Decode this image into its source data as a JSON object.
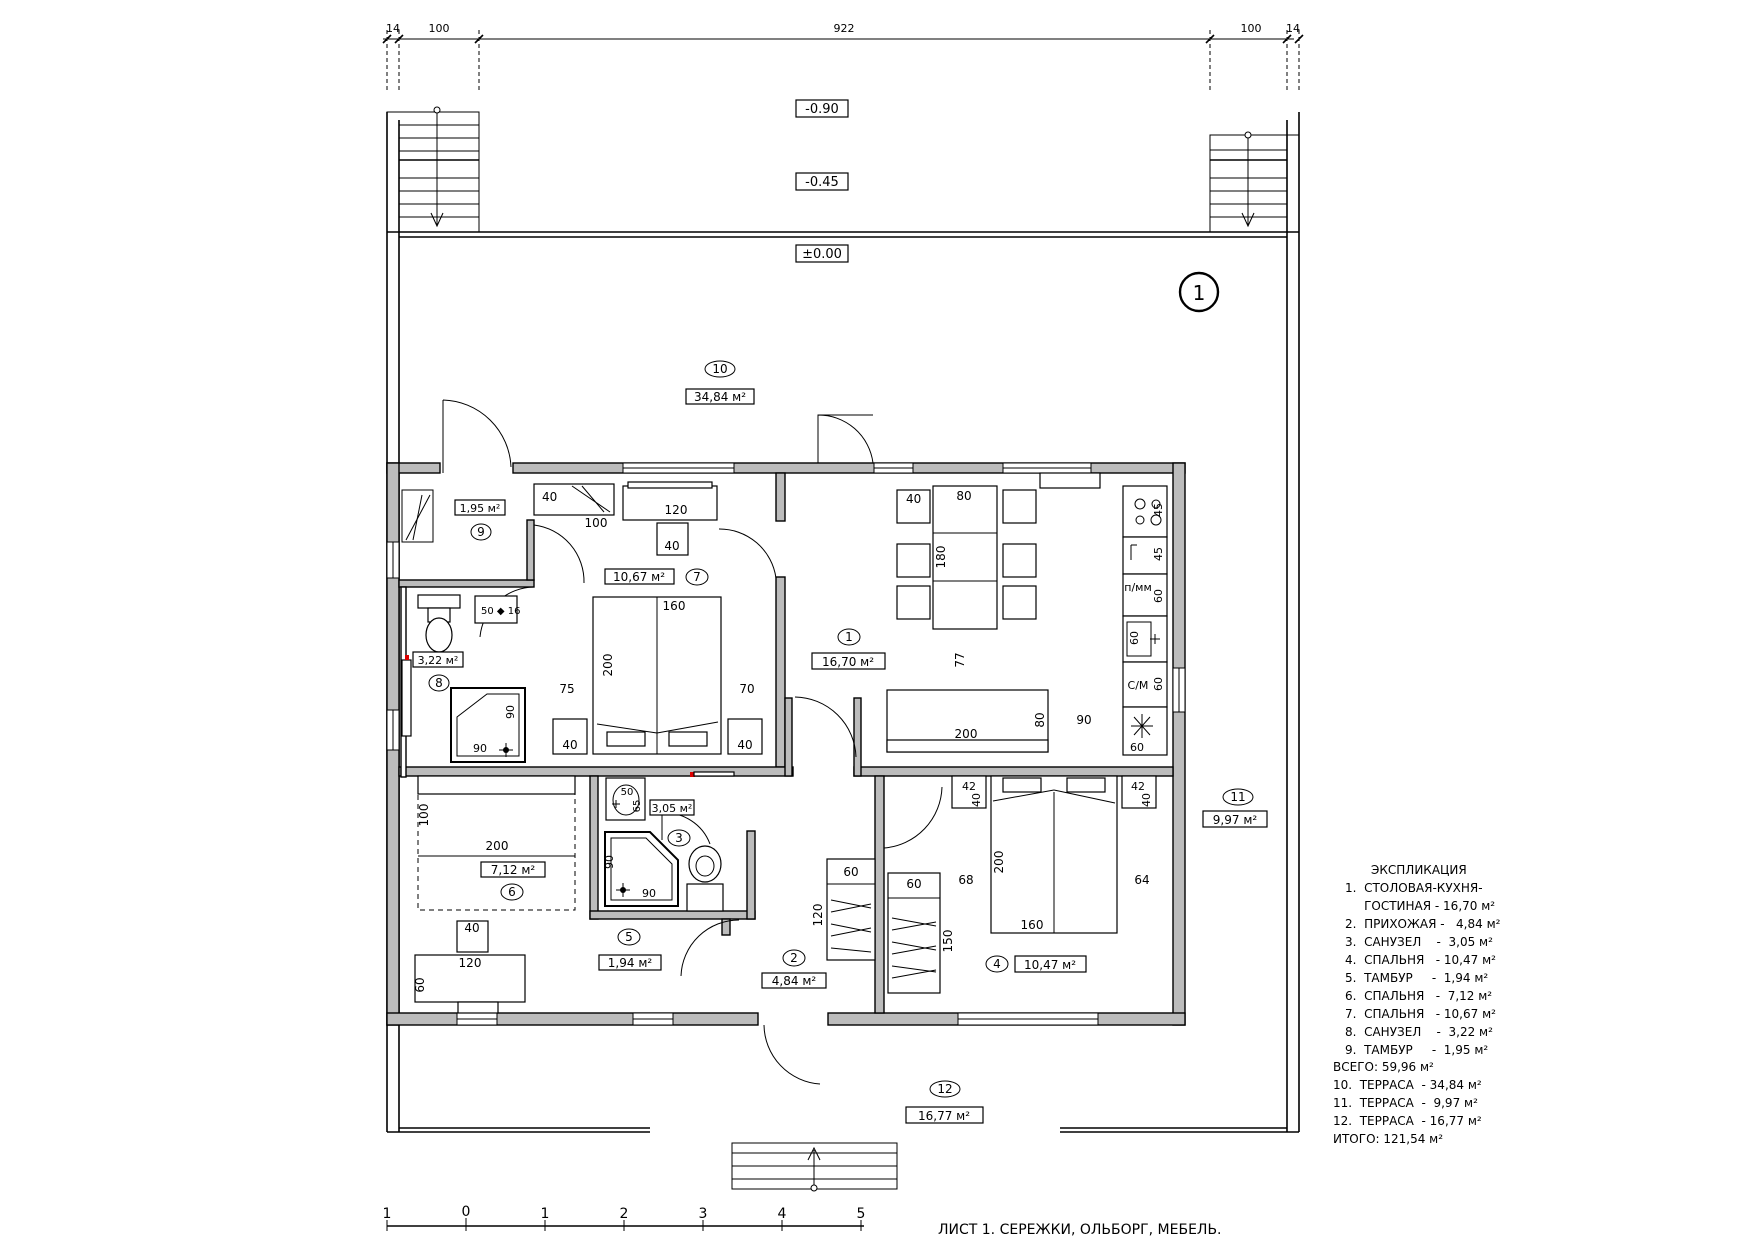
{
  "dimensions": {
    "top": [
      "14",
      "100",
      "922",
      "100",
      "14"
    ]
  },
  "levels": [
    "-0.90",
    "-0.45",
    "±0.00"
  ],
  "sheet_marker": "1",
  "rooms": {
    "r1": {
      "num": "1",
      "area": "16,70 м²"
    },
    "r2": {
      "num": "2",
      "area": "4,84 м²"
    },
    "r3": {
      "num": "3",
      "area": "3,05 м²"
    },
    "r4": {
      "num": "4",
      "area": "10,47 м²"
    },
    "r5": {
      "num": "5",
      "area": "1,94 м²"
    },
    "r6": {
      "num": "6",
      "area": "7,12 м²"
    },
    "r7": {
      "num": "7",
      "area": "10,67 м²"
    },
    "r8": {
      "num": "8",
      "area": "3,22 м²"
    },
    "r9": {
      "num": "9",
      "area": "1,95 м²"
    },
    "r10": {
      "num": "10",
      "area": "34,84 м²"
    },
    "r11": {
      "num": "11",
      "area": "9,97 м²"
    },
    "r12": {
      "num": "12",
      "area": "16,77 м²"
    }
  },
  "furniture_labels": {
    "v40": "40",
    "v100": "100",
    "v120": "120",
    "v160": "160",
    "v200": "200",
    "v75": "75",
    "v70": "70",
    "v80": "80",
    "v180": "180",
    "v77": "77",
    "v90": "90",
    "v45": "45",
    "v60": "60",
    "v50": "50",
    "v65": "65",
    "v68": "68",
    "v64": "64",
    "v42": "42",
    "v150": "150",
    "sink_mark": "50 ◆ 16",
    "kitchen_pmm": "п/мм",
    "kitchen_sm": "С/М"
  },
  "explication": {
    "title": "ЭКСПЛИКАЦИЯ",
    "lines": [
      "1.  СТОЛОВАЯ-КУХНЯ-",
      "     ГОСТИНАЯ - 16,70 м²",
      "2.  ПРИХОЖАЯ -   4,84 м²",
      "3.  САНУЗЕЛ    -  3,05 м²",
      "4.  СПАЛЬНЯ   - 10,47 м²",
      "5.  ТАМБУР     -  1,94 м²",
      "6.  СПАЛЬНЯ   -  7,12 м²",
      "7.  СПАЛЬНЯ   - 10,67 м²",
      "8.  САНУЗЕЛ    -  3,22 м²",
      "9.  ТАМБУР     -  1,95 м²"
    ],
    "total1": "ВСЕГО: 59,96 м²",
    "lines2": [
      "10.  ТЕРРАСА  - 34,84 м²",
      "11.  ТЕРРАСА  -  9,97 м²",
      "12.  ТЕРРАСА  - 16,77 м²"
    ],
    "total2": "ИТОГО: 121,54 м²"
  },
  "scale": {
    "ticks": [
      "1",
      "0",
      "1",
      "2",
      "3",
      "4",
      "5"
    ]
  },
  "sheet_title": "ЛИСТ 1. СЕРЕЖКИ, ОЛЬБОРГ, МЕБЕЛЬ."
}
